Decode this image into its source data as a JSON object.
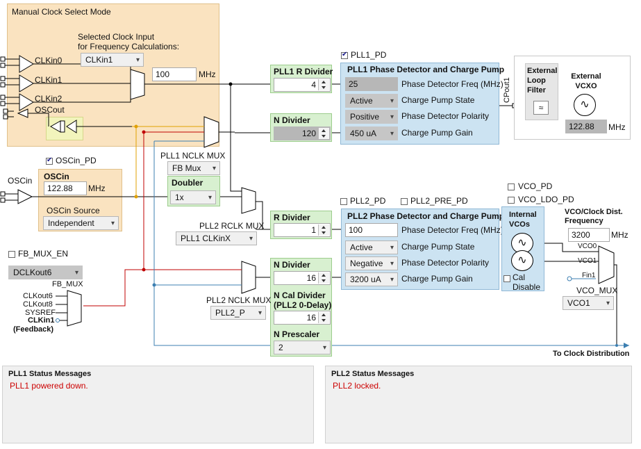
{
  "manual_clock": {
    "title": "Manual Clock Select Mode",
    "selected_label_1": "Selected Clock Input",
    "selected_label_2": "for Frequency Calculations:",
    "selected_value": "CLKin1",
    "freq_value": "100",
    "freq_unit": "MHz",
    "inputs": [
      "CLKin0",
      "CLKin1",
      "CLKin2"
    ],
    "oscout": "OSCout"
  },
  "oscin": {
    "pd_label": "OSCin_PD",
    "pd_checked": true,
    "pin_label": "OSCin",
    "title": "OSCin",
    "value": "122.88",
    "unit": "MHz",
    "source_label": "OSCin Source",
    "source_value": "Independent"
  },
  "pll1": {
    "pd_label": "PLL1_PD",
    "pd_checked": true,
    "r_divider_title": "PLL1 R Divider",
    "r_divider_value": "4",
    "n_divider_title": "N Divider",
    "n_divider_value": "120",
    "nclk_mux_label": "PLL1 NCLK MUX",
    "nclk_mux_value": "FB Mux",
    "doubler_title": "Doubler",
    "doubler_value": "1x",
    "pd_cp_title": "PLL1 Phase Detector and Charge Pump",
    "pd_freq": "25",
    "pd_freq_label": "Phase Detector Freq (MHz)",
    "cp_state": "Active",
    "cp_state_label": "Charge Pump State",
    "pd_polarity": "Positive",
    "pd_polarity_label": "Phase Detector Polarity",
    "cp_gain": "450 uA",
    "cp_gain_label": "Charge Pump Gain",
    "cpout_label": "CPout1"
  },
  "external": {
    "loop_filter": "External Loop Filter",
    "vcxo_title": "External VCXO",
    "vcxo_value": "122.88",
    "vcxo_unit": "MHz"
  },
  "pll2": {
    "pd_label": "PLL2_PD",
    "pd_checked": false,
    "pre_pd_label": "PLL2_PRE_PD",
    "pre_pd_checked": false,
    "rclk_mux_label": "PLL2 RCLK MUX",
    "rclk_mux_value": "PLL1 CLKinX",
    "r_divider_title": "R Divider",
    "r_divider_value": "1",
    "n_divider_title": "N Divider",
    "n_divider_value": "16",
    "ncal_title_1": "N Cal Divider",
    "ncal_title_2": "(PLL2 0-Delay)",
    "ncal_value": "16",
    "prescaler_title": "N Prescaler",
    "prescaler_value": "2",
    "nclk_mux_label": "PLL2 NCLK MUX",
    "nclk_mux_value": "PLL2_P",
    "pd_cp_title": "PLL2 Phase Detector and Charge Pump",
    "pd_freq": "100",
    "pd_freq_label": "Phase Detector Freq (MHz)",
    "cp_state": "Active",
    "cp_state_label": "Charge Pump State",
    "pd_polarity": "Negative",
    "pd_polarity_label": "Phase Detector Polarity",
    "cp_gain": "3200 uA",
    "cp_gain_label": "Charge Pump Gain"
  },
  "vco": {
    "vco_pd_label": "VCO_PD",
    "vco_ldo_pd_label": "VCO_LDO_PD",
    "internal_title": "Internal VCOs",
    "cal_disable": "Cal Disable",
    "dist_freq_title_1": "VCO/Clock Dist.",
    "dist_freq_title_2": "Frequency",
    "dist_freq_value": "3200",
    "dist_freq_unit": "MHz",
    "mux_inputs": [
      "VCO0",
      "VCO1",
      "Fin1"
    ],
    "mux_label": "VCO_MUX",
    "mux_value": "VCO1",
    "to_dist": "To Clock Distribution"
  },
  "fb_mux": {
    "en_label": "FB_MUX_EN",
    "en_checked": false,
    "value": "DCLKout6",
    "label": "FB_MUX",
    "inputs": [
      "CLKout6",
      "CLKout8",
      "SYSREF",
      "CLKin1"
    ],
    "feedback": "(Feedback)"
  },
  "status": {
    "pll1_title": "PLL1 Status Messages",
    "pll1_message": "PLL1 powered down.",
    "pll2_title": "PLL2 Status Messages",
    "pll2_message": "PLL2 locked."
  },
  "colors": {
    "orange_panel": "#fae3c0",
    "green_box": "#d8f0d0",
    "blue_box": "#cce3f2",
    "red_wire": "#c00000",
    "blue_wire": "#3c7fb1",
    "status_text": "#cc0000"
  }
}
